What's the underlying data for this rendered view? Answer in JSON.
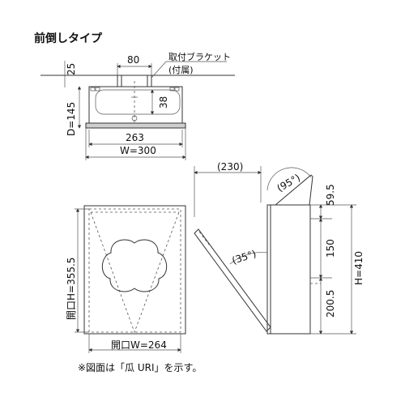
{
  "title": "前倒しタイプ",
  "top_view": {
    "dim_bracket_width": "80",
    "dim_top": "25",
    "dim_depth": "D=145",
    "dim_38": "38",
    "dim_263": "263",
    "dim_width": "W=300",
    "bracket_label_1": "取付ブラケット",
    "bracket_label_2": "(付属)"
  },
  "front_view": {
    "dim_opening_h": "開口H=355.5",
    "dim_opening_w": "開口W=264"
  },
  "side_view": {
    "dim_230": "(230)",
    "angle_95": "(95°)",
    "angle_35": "(35°)",
    "dim_59_5": "59.5",
    "dim_150": "150",
    "dim_200_5": "200.5",
    "dim_height": "H=410"
  },
  "footnote": "※図面は「瓜 URI」を示す。",
  "colors": {
    "line": "#333333",
    "fill_gray": "#cfcfcf"
  }
}
